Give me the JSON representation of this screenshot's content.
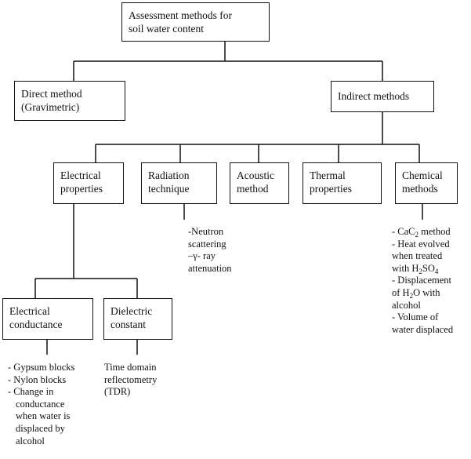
{
  "root": {
    "line1": "Assessment methods for",
    "line2": "soil water content"
  },
  "direct": {
    "line1": "Direct method",
    "line2": "(Gravimetric)"
  },
  "indirect": {
    "label": "Indirect methods"
  },
  "electrical_properties": {
    "line1": "Electrical",
    "line2": "properties"
  },
  "radiation": {
    "line1": "Radiation",
    "line2": "technique"
  },
  "acoustic": {
    "line1": "Acoustic",
    "line2": "method"
  },
  "thermal": {
    "line1": "Thermal",
    "line2": "properties"
  },
  "chemical": {
    "line1": "Chemical",
    "line2": "methods"
  },
  "conductance": {
    "line1": "Electrical",
    "line2": "conductance"
  },
  "dielectric": {
    "line1": "Dielectric",
    "line2": "constant"
  },
  "radiation_notes": [
    "-Neutron",
    "scattering",
    "–γ- ray",
    "attenuation"
  ],
  "chemical_notes": {
    "l1": {
      "pre": "- CaC",
      "sub": "2",
      "post": " method"
    },
    "l2": "- Heat evolved",
    "l3": "when treated",
    "l4": {
      "pre": "with H",
      "sub1": "2",
      "mid": "SO",
      "sub2": "4"
    },
    "l5": "- Displacement",
    "l6": {
      "pre": "of H",
      "sub": "2",
      "post": "O with"
    },
    "l7": "alcohol",
    "l8": "- Volume of",
    "l9": "water displaced"
  },
  "conductance_notes": [
    "- Gypsum blocks",
    "- Nylon blocks",
    "- Change in",
    "conductance",
    "when water is",
    "displaced by",
    "alcohol"
  ],
  "dielectric_notes": [
    "Time domain",
    "reflectometry",
    "(TDR)"
  ]
}
